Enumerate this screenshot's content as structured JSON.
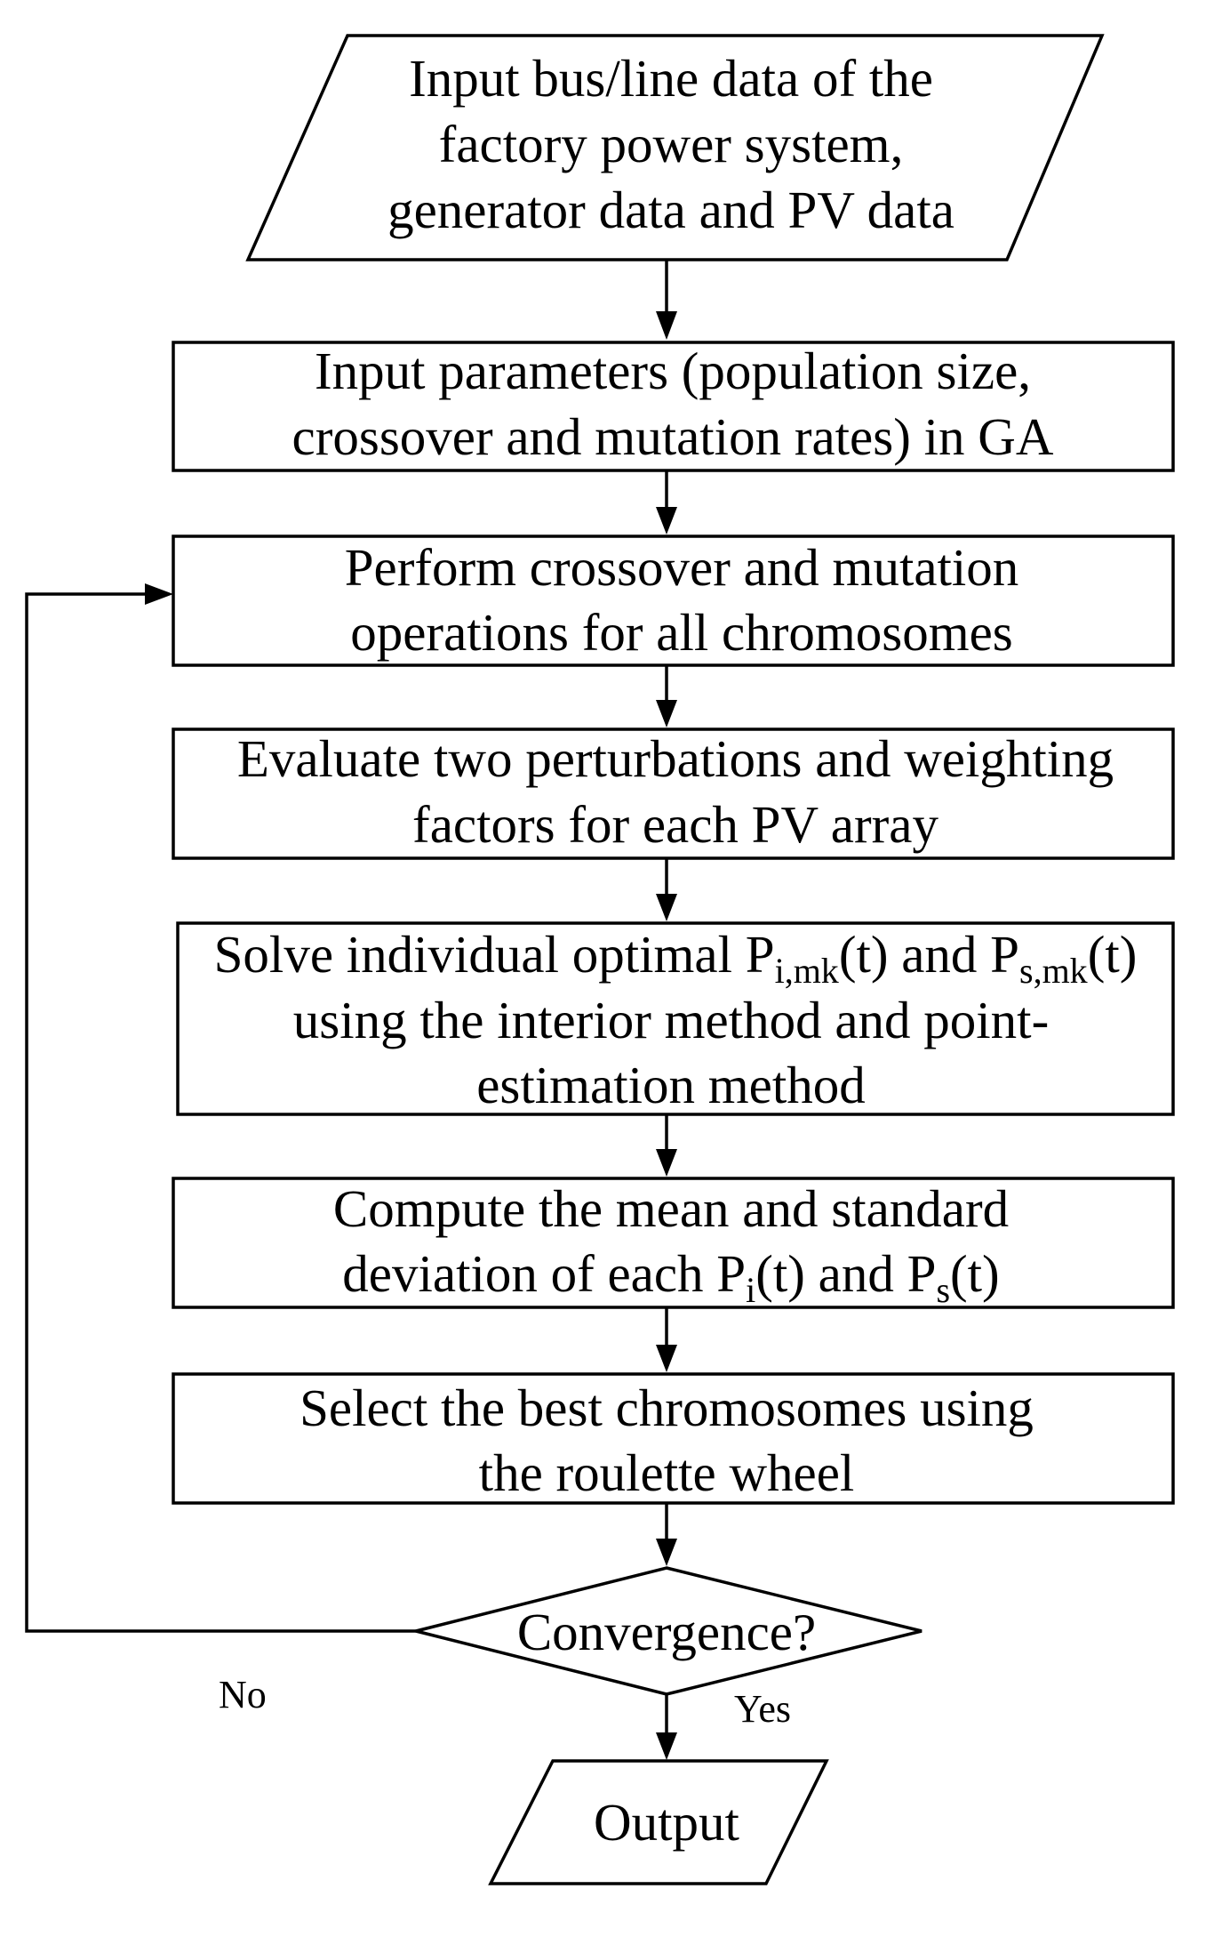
{
  "nodes": {
    "input_data": {
      "lines": [
        "Input bus/line data of the",
        "factory power system,",
        "generator data and PV data"
      ]
    },
    "ga_params": {
      "lines": [
        "Input parameters (population size,",
        "crossover and mutation rates) in GA"
      ]
    },
    "crossover": {
      "lines": [
        "Perform crossover and mutation",
        "operations for all chromosomes"
      ]
    },
    "evaluate": {
      "lines": [
        "Evaluate two perturbations and weighting",
        "factors for each PV array"
      ]
    },
    "solve": {
      "line1_a": "Solve individual optimal P",
      "line1_sub1": "i,mk",
      "line1_b": "(t) and P",
      "line1_sub2": "s,mk",
      "line1_c": "(t)",
      "line2": "using the interior method and point-",
      "line3": "estimation method"
    },
    "compute": {
      "line1": "Compute the mean and standard",
      "line2_a": "deviation of each P",
      "line2_sub1": "i",
      "line2_b": "(t) and P",
      "line2_sub2": "s",
      "line2_c": "(t)"
    },
    "select": {
      "lines": [
        "Select the best chromosomes using",
        "the roulette wheel"
      ]
    },
    "convergence": {
      "label": "Convergence?"
    },
    "output": {
      "label": "Output"
    }
  },
  "edges": {
    "no_label": "No",
    "yes_label": "Yes"
  }
}
